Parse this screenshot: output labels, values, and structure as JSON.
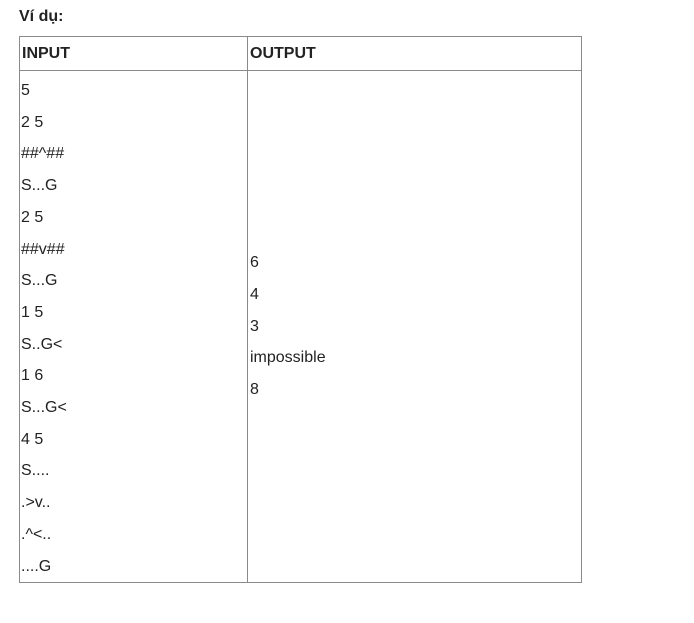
{
  "heading": "Ví dụ:",
  "table": {
    "headers": {
      "input": "INPUT",
      "output": "OUTPUT"
    },
    "input_lines": [
      "5",
      "2 5",
      "##^##",
      "S...G",
      "2 5",
      "##v##",
      "S...G",
      "1 5",
      "S..G<",
      "1 6",
      "S...G<",
      "4 5",
      "S....",
      ".>v..",
      ".^<..",
      "....G"
    ],
    "output_lines": [
      "6",
      "4",
      "3",
      "impossible",
      "8"
    ]
  }
}
